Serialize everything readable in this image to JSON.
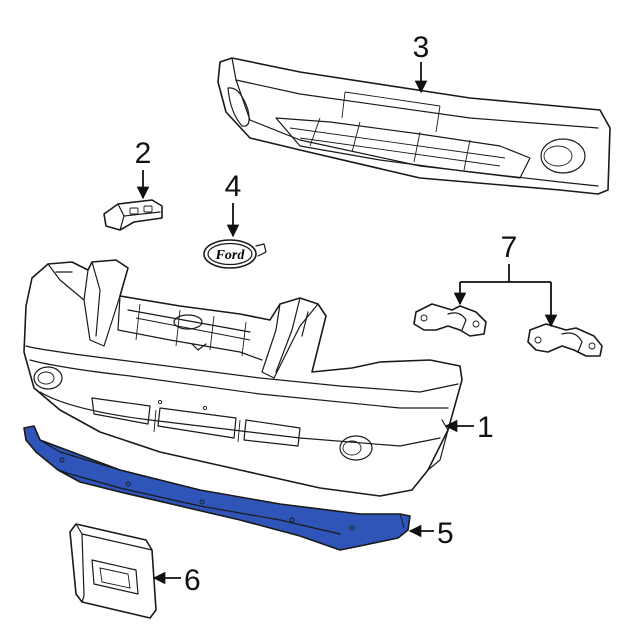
{
  "callouts": {
    "c1": "1",
    "c2": "2",
    "c3": "3",
    "c4": "4",
    "c5": "5",
    "c6": "6",
    "c7": "7"
  },
  "emblem_text": "Ford",
  "colors": {
    "highlight_part": "#2f55b8",
    "line": "#1a1a1a",
    "background": "#ffffff"
  }
}
